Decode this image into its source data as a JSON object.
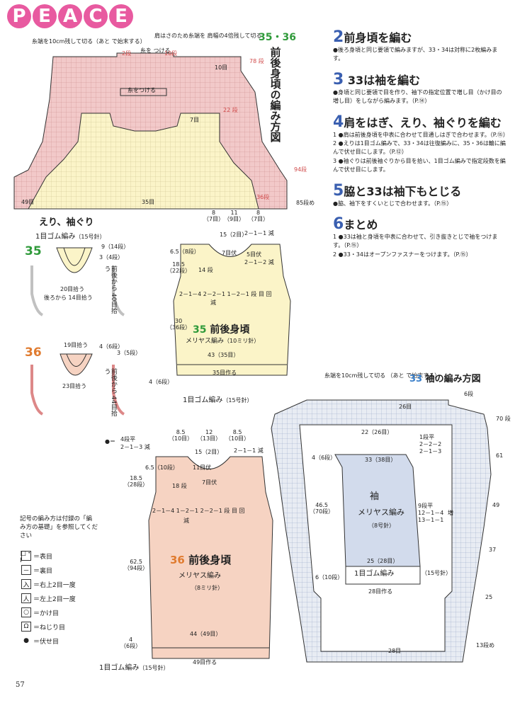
{
  "header": {
    "letters": [
      "P",
      "E",
      "A",
      "C",
      "E"
    ],
    "page_number": "57"
  },
  "body_chart": {
    "title_num": "35・36",
    "title_rest": "前後身頃の編み方図",
    "note_left": "糸端を10cm残して切る（あと で始末する）",
    "note_mid": "肩はさのため糸端を 肩幅の4倍残して切る",
    "l_2dan": "2段",
    "l_ito": "糸を つける",
    "l_10dan_a": "10段",
    "l_78dan": "78 段",
    "l_10me": "10目",
    "l_itotsukeru": "糸をつける",
    "l_7me": "7目",
    "l_22dan": "22 段",
    "l_94dan": "94段",
    "l_36dan": "36段",
    "l_49me": "49目",
    "l_35me": "35目",
    "l_85dan": "85段め"
  },
  "section_collar": {
    "title": "えり、袖ぐり",
    "sub": "1目ゴム編み",
    "sub2": "（15号針）"
  },
  "collar35": {
    "num": "35",
    "l_9": "9（14段）",
    "l_3": "3（4段）",
    "l_20": "20目拾う",
    "l_back": "後ろから 14目拾う",
    "l_front": "前後から 40目拾う"
  },
  "collar36": {
    "num": "36",
    "l_19": "19目拾う",
    "l_4": "4（6段）",
    "l_3": "3（5段）",
    "l_23": "23目拾う",
    "l_front": "前後から 44目拾う"
  },
  "body35": {
    "d8a": "8",
    "d8a_s": "（7目）",
    "d11": "11",
    "d11_s": "（9目）",
    "d8b": "8",
    "d8b_s": "（7目）",
    "l15": "15（2目）",
    "l2_1_1": "2－1－1 減",
    "l65": "6.5（8段）",
    "l7": "7目伏",
    "l5": "5目伏",
    "l2_1_2": "2－1－2 減",
    "l185": "18.5",
    "l185_s": "（22段）",
    "l14": "14 段",
    "ldec": "2－1－4 2－2－1 1－2－1 段 目 回",
    "lgen": "減",
    "l30": "30",
    "l30_s": "（36段）",
    "num": "35",
    "title": "前後身頃",
    "stitch": "メリヤス編み",
    "needle": "（10ミリ針）",
    "l43": "43（35目）",
    "l35": "35目作る",
    "l4": "4（6段）",
    "rib": "1目ゴム編み",
    "rib_s": "（15号針）"
  },
  "body36": {
    "bullet": "●＝",
    "dec4": "4段平",
    "dec2": "2－1－3 減",
    "d85a": "8.5",
    "d85a_s": "（10目）",
    "d12": "12",
    "d12_s": "（13目）",
    "d85b": "8.5",
    "d85b_s": "（10目）",
    "l15": "15（2目）",
    "l2_1_1": "2－1－1 減",
    "l65": "6.5（10段）",
    "l11": "11目伏",
    "l7": "7目伏",
    "l185": "18.5",
    "l185_s": "（28段）",
    "l18": "18 段",
    "ldec": "2－1－4 1－2－1 2－2－1 段 目 回",
    "lgen": "減",
    "l625": "62.5",
    "l625_s": "（94段）",
    "num": "36",
    "title": "前後身頃",
    "stitch": "メリヤス編み",
    "needle": "（8ミリ針）",
    "l44": "44（49目）",
    "l4": "4",
    "l4_s": "（6段）",
    "l49": "49目作る",
    "rib": "1目ゴム編み",
    "rib_s": "（15号針）"
  },
  "sleeve": {
    "note": "糸端を10cm残して切る （あと で始末する）",
    "title_num": "33",
    "title": "袖の編み方図",
    "l6dan": "6段",
    "l70dan": "70 段",
    "l26": "26目",
    "l61": "61",
    "l49": "49",
    "l37": "37",
    "l25": "25",
    "l13": "13段め",
    "l28": "28目",
    "d22": "22（26目）",
    "d33": "33（38目）",
    "l4": "4（6段）",
    "dinc1": "1段平",
    "dinc2": "2－2－2",
    "dinc3": "2－1－3",
    "l465": "46.5",
    "l465_s": "（70段）",
    "name": "袖",
    "stitch": "メリヤス編み",
    "needle": "（8号針）",
    "inc9": "9段平",
    "inc12": "12－1－4",
    "inc13": "13－1－1",
    "zo": "増",
    "d25": "25（28目）",
    "l6": "6（10段）",
    "rib": "1目ゴム編み",
    "rib_s": "（15号針）",
    "l28make": "28目作る"
  },
  "legend": {
    "intro": "記号の編み方は付録の「編み方の基礎」を参照してください",
    "items": [
      {
        "sym": "□・Ⅰ",
        "label": "＝表目"
      },
      {
        "sym": "－",
        "label": "＝裏目"
      },
      {
        "sym": "入",
        "label": "＝右上2目一度"
      },
      {
        "sym": "人",
        "label": "＝左上2目一度"
      },
      {
        "sym": "○",
        "label": "＝かけ目"
      },
      {
        "sym": "Ω",
        "label": "＝ねじり目"
      },
      {
        "sym": "●",
        "label": "＝伏せ目"
      }
    ]
  },
  "instructions": [
    {
      "num": "2",
      "title": "前身頃を編む",
      "bullets": [
        "●後ろ身頃と同じ要領で編みますが、33・34は対称に2枚編みます。"
      ]
    },
    {
      "num": "3",
      "title": "33は袖を編む",
      "bullets": [
        "●身頃と同じ要領で目を作り、袖下の指定位置で増し目（かけ目の増し目）をしながら編みます。（P.⑭）"
      ]
    },
    {
      "num": "4",
      "title": "肩をはぎ、えり、袖ぐりを編む",
      "bullets": [
        "1 ●肩は前後身頃を中表に合わせて目通しはぎで合わせます。（P.⑮）",
        "2 ●えりは1目ゴム編みで、33・34は往復編みに、35・36は輪に編んで伏せ目にします。（P.⑫）",
        "3 ●袖ぐりは前後袖ぐりから目を拾い、1目ゴム編みで指定段数を編んで伏せ目にします。"
      ]
    },
    {
      "num": "5",
      "title": "脇と33は袖下もとじる",
      "bullets": [
        "●脇、袖下をすくいとじで合わせます。（P.⑮）"
      ]
    },
    {
      "num": "6",
      "title": "まとめ",
      "bullets": [
        "1 ●33は袖と身頃を中表に合わせて、引き抜きとじで袖をつけます。（P.⑮）",
        "2 ●33・34はオープンファスナーをつけます。（P.⑮）"
      ]
    }
  ],
  "colors": {
    "body_pink": "#f2c9c9",
    "body_yellow": "#fbf4c8",
    "body36_fill": "#f6d3c2",
    "sleeve_blue": "#d2dbec",
    "sleeve_outer": "#e8ecf3",
    "accent_blue": "#3a5fb0",
    "green": "#2f9a3a",
    "orange": "#e07b2f",
    "pink": "#e85aa0"
  }
}
